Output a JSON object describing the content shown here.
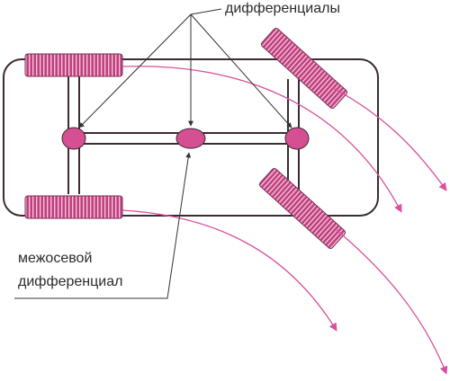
{
  "labels": {
    "differentials": "дифференциалы",
    "center_diff_line1": "межосевой",
    "center_diff_line2": "дифференциал"
  },
  "colors": {
    "outline": "#3a2c32",
    "tire_fill": "#c1407f",
    "tire_stripe": "#f2c2d8",
    "diff_fill": "#d64f93",
    "path_color": "#d9519a",
    "pointer_color": "#333333",
    "text_color": "#2e2a2c"
  }
}
